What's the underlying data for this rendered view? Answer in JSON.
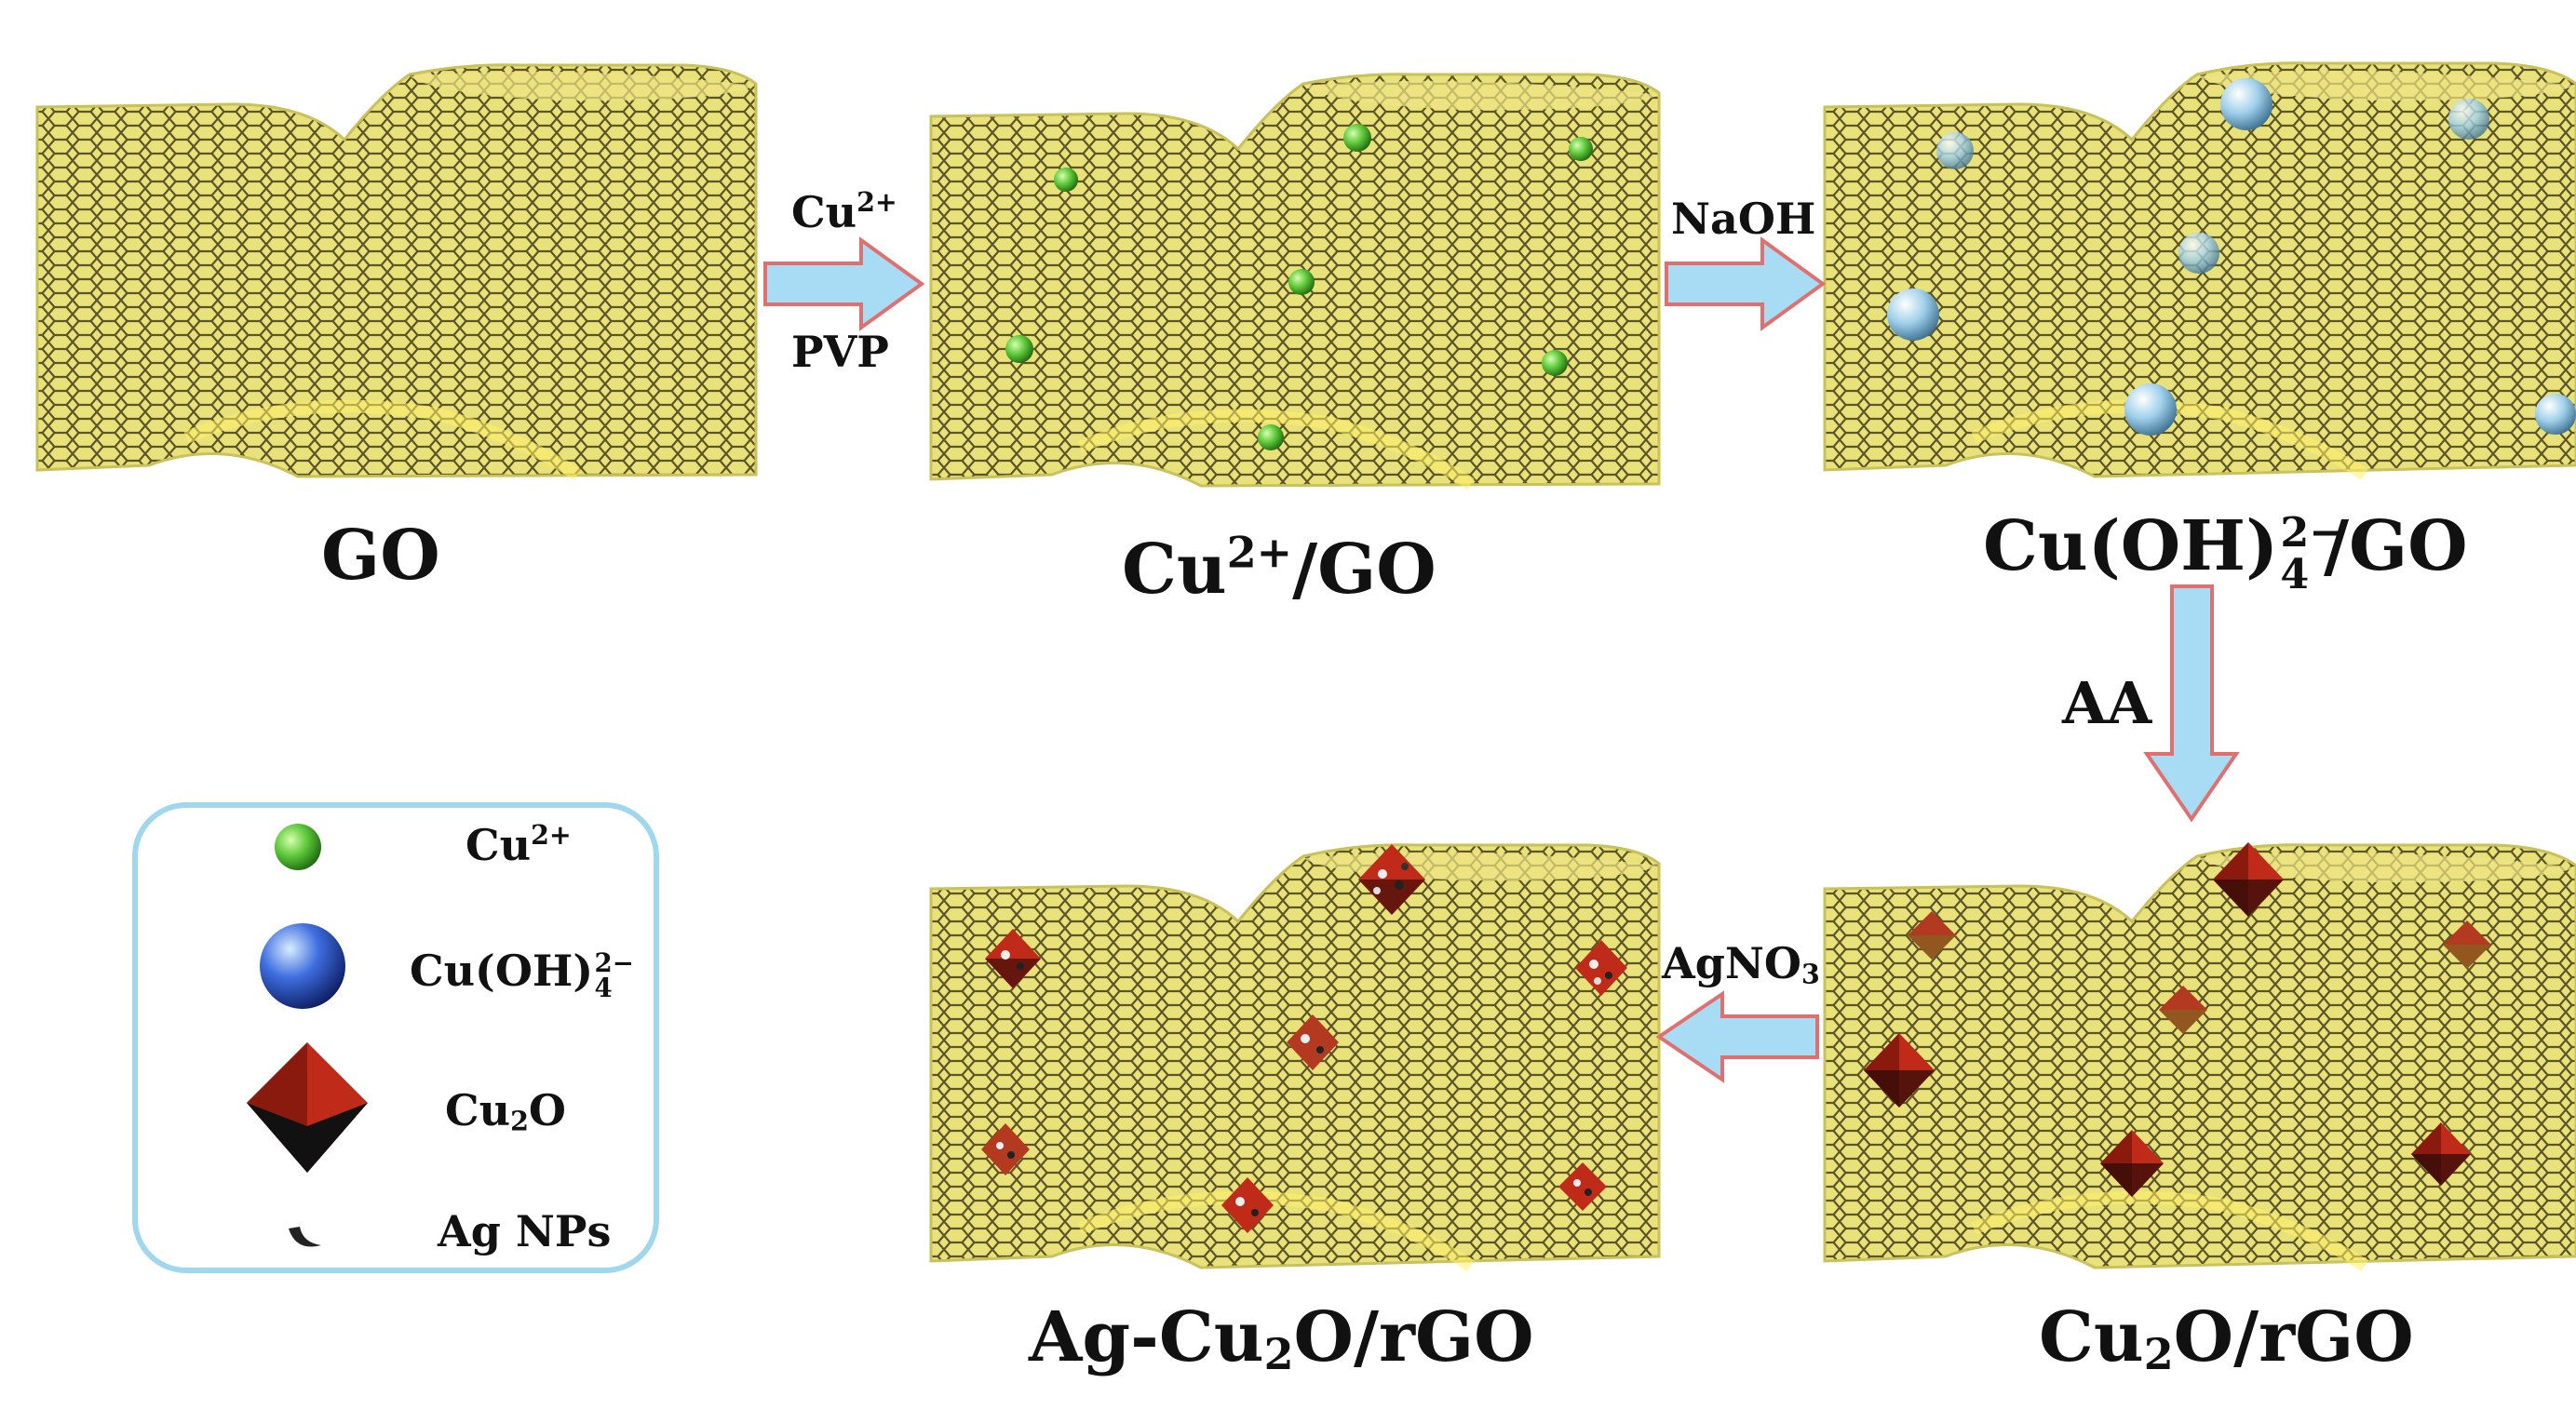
{
  "panels": {
    "go": "GO",
    "cu_go": {
      "base": "Cu",
      "sup": "2+",
      "rest": "/GO"
    },
    "cuoh_go": {
      "base": "Cu(OH)",
      "sup": "2−",
      "sub": "4",
      "rest": "/GO"
    },
    "cu2o_rgo": {
      "base": "Cu",
      "sub": "2",
      "rest": "O/rGO"
    },
    "ag_cu2o_rgo": {
      "base": "Ag-Cu",
      "sub": "2",
      "rest": "O/rGO"
    }
  },
  "arrows": {
    "a1_top": {
      "base": "Cu",
      "sup": "2+"
    },
    "a1_bottom": "PVP",
    "a2": "NaOH",
    "a3": "AA",
    "a4": {
      "base": "AgNO",
      "sub": "3"
    }
  },
  "legend": {
    "cu2": {
      "base": "Cu",
      "sup": "2+"
    },
    "cuoh": {
      "base": "Cu(OH)",
      "sup": "2−",
      "sub": "4"
    },
    "cu2o": {
      "base": "Cu",
      "sub": "2",
      "rest": "O"
    },
    "ag": "Ag NPs"
  },
  "colors": {
    "sheet": "#e6de6e",
    "mesh": "#555028",
    "arrow_fill": "#a8dcf4",
    "arrow_stroke": "#e07070",
    "legend_border": "#9fd8ee",
    "cu2_sphere": "#5ec83a",
    "cuoh_sphere": "#2e58d0",
    "cu2o_octahedron": "#c02a18"
  }
}
